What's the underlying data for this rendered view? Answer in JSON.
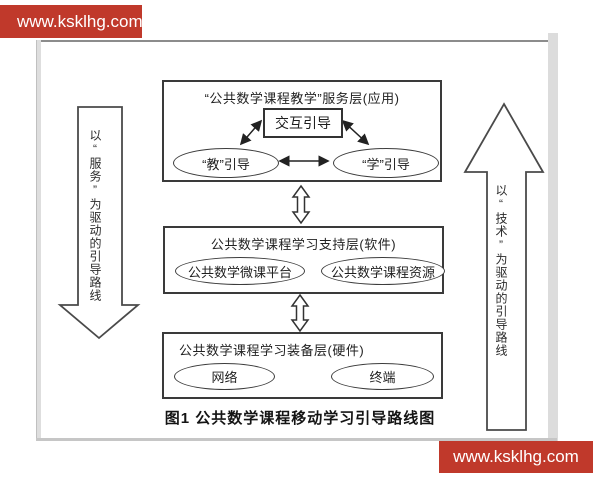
{
  "watermark": {
    "top_text": "www.ksklhg.com",
    "bottom_text": "www.ksklhg.com",
    "banner_color": "#c0392b",
    "text_color": "#ffffff"
  },
  "side_arrows": {
    "left_label": "以“服务”为驱动的引导路线",
    "left_direction": "down",
    "right_label": "以“技术”为驱动的引导路线",
    "right_direction": "up"
  },
  "layers": {
    "service": {
      "title": "“公共数学课程教学”服务层(应用)",
      "interaction_node": "交互引导",
      "teach_node": "“教”引导",
      "learn_node": "“学”引导"
    },
    "support": {
      "title": "公共数学课程学习支持层(软件)",
      "platform_node": "公共数学微课平台",
      "resource_node": "公共数学课程资源"
    },
    "equipment": {
      "title": "公共数学课程学习装备层(硬件)",
      "network_node": "网络",
      "terminal_node": "终端"
    }
  },
  "caption": "图1  公共数学课程移动学习引导路线图",
  "line_color": "#444444"
}
